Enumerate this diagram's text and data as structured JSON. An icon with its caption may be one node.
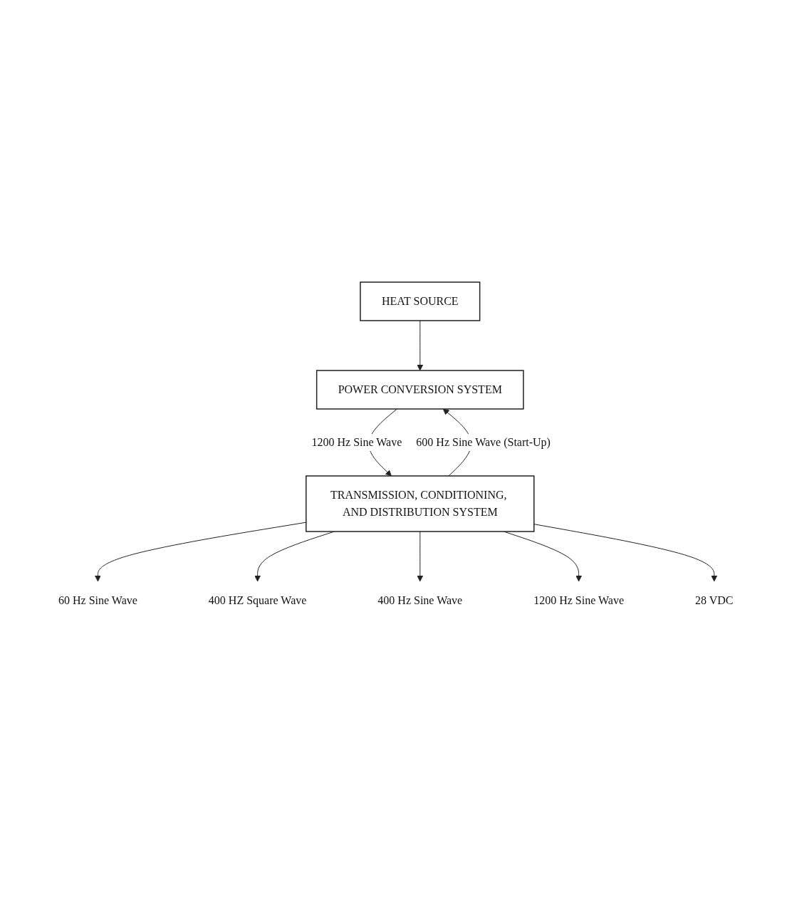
{
  "diagram": {
    "nodes": [
      {
        "text": [
          "HEAT SOURCE"
        ]
      },
      {
        "text": [
          "POWER CONVERSION SYSTEM"
        ]
      },
      {
        "text": [
          "TRANSMISSION, CONDITIONING, AND DISTRIBUTION SYSTEM"
        ]
      },
      {
        "text": [
          "60 Hz Sine Wave"
        ]
      },
      {
        "text": [
          "400 HZ Square Wave"
        ]
      },
      {
        "text": [
          "400 Hz Sine Wave"
        ]
      },
      {
        "text": [
          "1200 Hz Sine Wave"
        ]
      },
      {
        "text": [
          "28 VDC"
        ]
      }
    ],
    "edges": [
      {
        "from": 0,
        "to": 1,
        "arrow": "to"
      },
      {
        "from": 1,
        "to": 2,
        "arrow": "to",
        "label": "1200 Hz Sine Wave"
      },
      {
        "from": 2,
        "to": 1,
        "arrow": "to",
        "label": "600 Hz Sine Wave (Start-Up)"
      },
      {
        "from": 2,
        "to": 3,
        "arrow": "to"
      },
      {
        "from": 2,
        "to": 4,
        "arrow": "to"
      },
      {
        "from": 2,
        "to": 5,
        "arrow": "to"
      },
      {
        "from": 2,
        "to": 6,
        "arrow": "to"
      },
      {
        "from": 2,
        "to": 7,
        "arrow": "to"
      }
    ]
  }
}
